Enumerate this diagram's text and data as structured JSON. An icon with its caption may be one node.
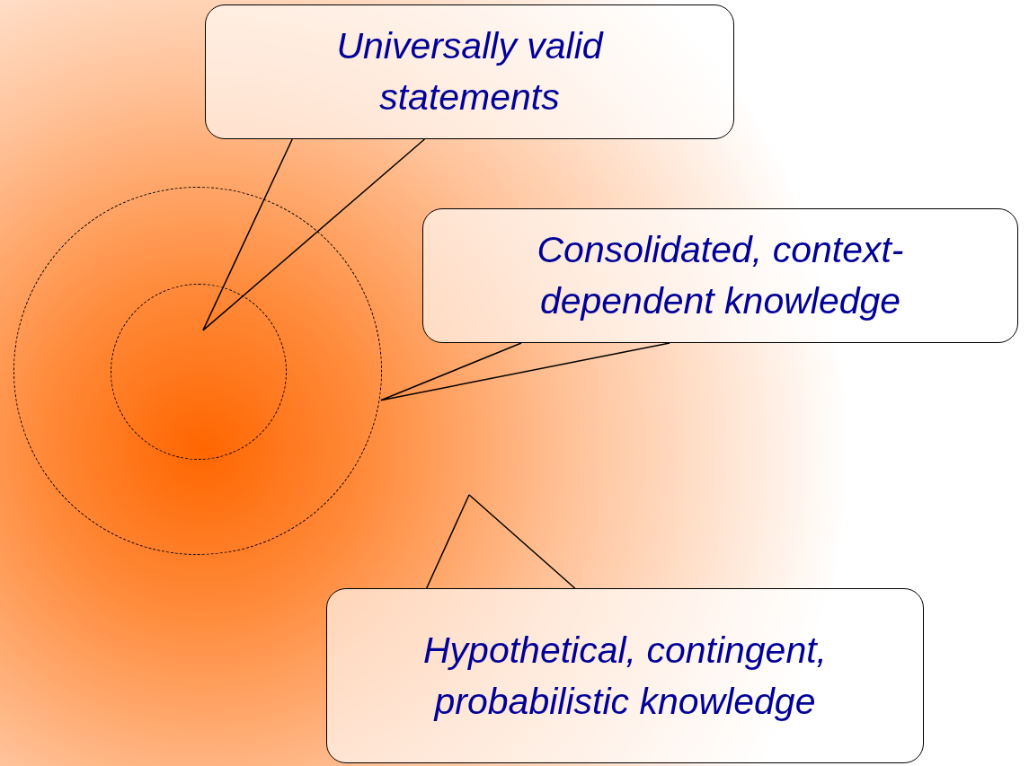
{
  "diagram": {
    "nodes": [
      {
        "text": [
          "Universally valid statements"
        ]
      },
      {
        "text": [],
        "shape": "circle"
      },
      {
        "text": [],
        "shape": "circle",
        "in": 1
      },
      {
        "text": [
          "Consolidated, context-dependent knowledge"
        ]
      },
      {
        "text": [
          "Hypothetical, contingent, probabilistic knowledge"
        ]
      }
    ],
    "edges": [
      {
        "from": 0,
        "to": 2,
        "arrow": "none"
      },
      {
        "from": 3,
        "to": 1,
        "arrow": "none"
      },
      {
        "from": 4,
        "to": null,
        "arrow": "none"
      }
    ]
  }
}
